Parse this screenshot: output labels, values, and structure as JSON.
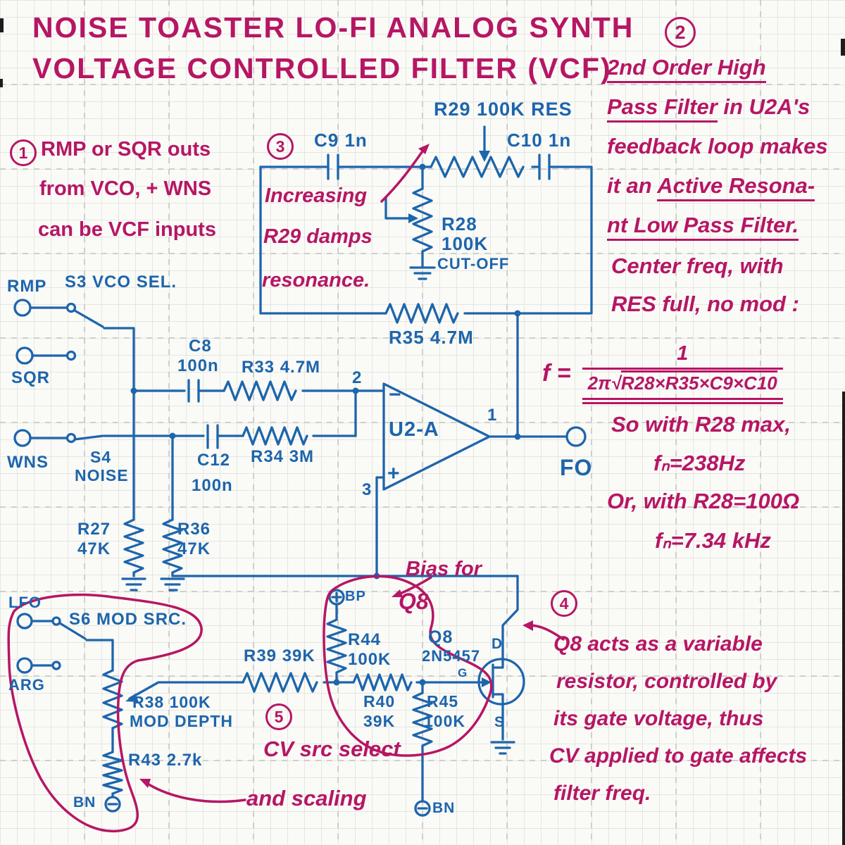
{
  "colors": {
    "magenta": "#b61664",
    "blue": "#1d65ac",
    "paper": "#fafaf7",
    "grid_minor": "#e5e5e2",
    "grid_major": "#c3c3c0"
  },
  "title": {
    "line1": "NOISE TOASTER LO-FI ANALOG SYNTH",
    "line2": "VOLTAGE CONTROLLED FILTER (VCF)"
  },
  "badges": {
    "b1": "1",
    "b2": "2",
    "b3": "3",
    "b4": "4",
    "b5": "5"
  },
  "note1": {
    "l1": "RMP or SQR outs",
    "l2": "from VCO, + WNS",
    "l3": "can be VCF inputs"
  },
  "note2": {
    "l1": "2nd Order High",
    "l2a": "Pass Filter",
    "l2b": " in U2A's",
    "l3": "feedback loop makes",
    "l4a": "it an ",
    "l4b": "Active Resona-",
    "l5": "nt Low Pass Filter.",
    "l6": "Center freq, with",
    "l7": "RES full, no mod :"
  },
  "formula": {
    "lhs": "f =",
    "num": "1",
    "den_pre": "2π√",
    "den_rad": "R28×R35×C9×C10"
  },
  "note2b": {
    "l1": "So with R28 max,",
    "l2": "fₙ=238Hz",
    "l3": "Or, with R28=100Ω",
    "l4": "fₙ=7.34 kHz"
  },
  "note3": {
    "l1": "Increasing",
    "l2": "R29 damps",
    "l3": "resonance."
  },
  "note4": {
    "l1": "Q8 acts as a variable",
    "l2": "resistor, controlled by",
    "l3": "its gate voltage, thus",
    "l4": "CV applied to gate affects",
    "l5": "filter freq."
  },
  "note5": {
    "l1": "CV src select",
    "l2": "and scaling"
  },
  "bias": {
    "l1": "Bias for",
    "l2": "Q8"
  },
  "labels": {
    "r29": "R29 100K RES",
    "c9": "C9 1n",
    "c10": "C10 1n",
    "r28_1": "R28",
    "r28_2": "100K",
    "r28_3": "CUT-OFF",
    "r35": "R35 4.7M",
    "rmp": "RMP",
    "s3": "S3 VCO SEL.",
    "sqr": "SQR",
    "c8_1": "C8",
    "c8_2": "100n",
    "r33": "R33 4.7M",
    "wns": "WNS",
    "s4_1": "S4",
    "s4_2": "NOISE",
    "c12_1": "C12",
    "c12_2": "100n",
    "r34": "R34 3M",
    "u2a": "U2-A",
    "pin1": "1",
    "pin2": "2",
    "pin3": "3",
    "minus": "−",
    "plus": "+",
    "fo": "FO",
    "r27_1": "R27",
    "r27_2": "47K",
    "r36_1": "R36",
    "r36_2": "47K",
    "lfo": "LFO",
    "s6": "S6 MOD SRC.",
    "arg": "ARG",
    "r38_1": "R38 100K",
    "r38_2": "MOD DEPTH",
    "r43": "R43 2.7k",
    "r39": "R39 39K",
    "r44_1": "R44",
    "r44_2": "100K",
    "q8_1": "Q8",
    "q8_2": "2N5457",
    "r40_1": "R40",
    "r40_2": "39K",
    "r45_1": "R45",
    "r45_2": "100K",
    "bp": "BP",
    "bn_left": "BN",
    "bn_right": "BN",
    "d": "D",
    "g": "G",
    "s": "S"
  }
}
